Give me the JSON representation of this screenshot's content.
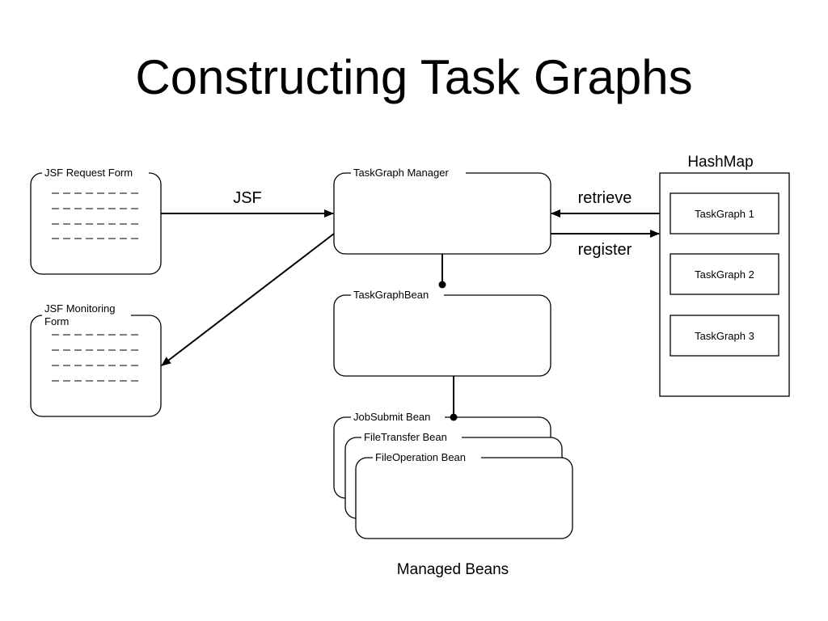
{
  "title": "Constructing Task Graphs",
  "nodes": {
    "request_form": "JSF Request Form",
    "monitoring_form_line1": "JSF Monitoring",
    "monitoring_form_line2": "Form",
    "manager": "TaskGraph Manager",
    "taskgraph_bean": "TaskGraphBean",
    "jobsubmit_bean": "JobSubmit Bean",
    "filetransfer_bean": "FileTransfer Bean",
    "fileoperation_bean": "FileOperation Bean",
    "hashmap": "HashMap",
    "taskgraph_1": "TaskGraph 1",
    "taskgraph_2": "TaskGraph 2",
    "taskgraph_3": "TaskGraph 3"
  },
  "edges": {
    "jsf": "JSF",
    "retrieve": "retrieve",
    "register": "register"
  },
  "group_label": "Managed Beans"
}
